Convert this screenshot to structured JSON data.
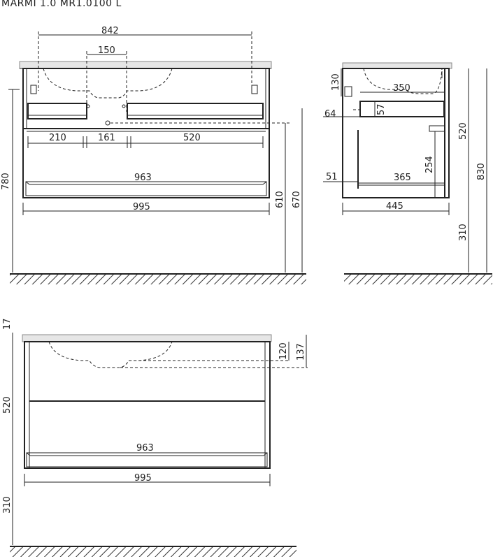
{
  "title": "MARMI 1.0 MR1.0100 L",
  "front": {
    "d842": "842",
    "d150": "150",
    "d210": "210",
    "d161": "161",
    "d520": "520",
    "d963": "963",
    "d995": "995",
    "d780": "780",
    "d610": "610",
    "d670": "670"
  },
  "side": {
    "d130": "130",
    "d350": "350",
    "d64": "64",
    "d57": "57",
    "d520": "520",
    "d830": "830",
    "d254": "254",
    "d51": "51",
    "d365": "365",
    "d445": "445",
    "d310": "310"
  },
  "bottom": {
    "d17": "17",
    "d120": "120",
    "d137": "137",
    "d520": "520",
    "d963": "963",
    "d995": "995",
    "d310": "310"
  }
}
